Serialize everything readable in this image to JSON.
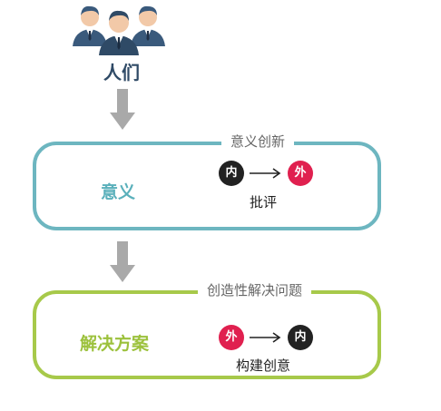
{
  "people": {
    "icon": "people-group-icon",
    "label": "人们"
  },
  "boxes": [
    {
      "title": "意义创新",
      "label": "意义",
      "flow": {
        "from": "内",
        "to": "外"
      },
      "caption": "批评",
      "border_color": "#6db6c0"
    },
    {
      "title": "创造性解决问题",
      "label": "解决方案",
      "flow": {
        "from": "外",
        "to": "内"
      },
      "caption": "构建创意",
      "border_color": "#a7c94a"
    }
  ],
  "colors": {
    "arrow": "#a9a9a9",
    "circle_dark": "#222222",
    "circle_red": "#e0204f"
  }
}
